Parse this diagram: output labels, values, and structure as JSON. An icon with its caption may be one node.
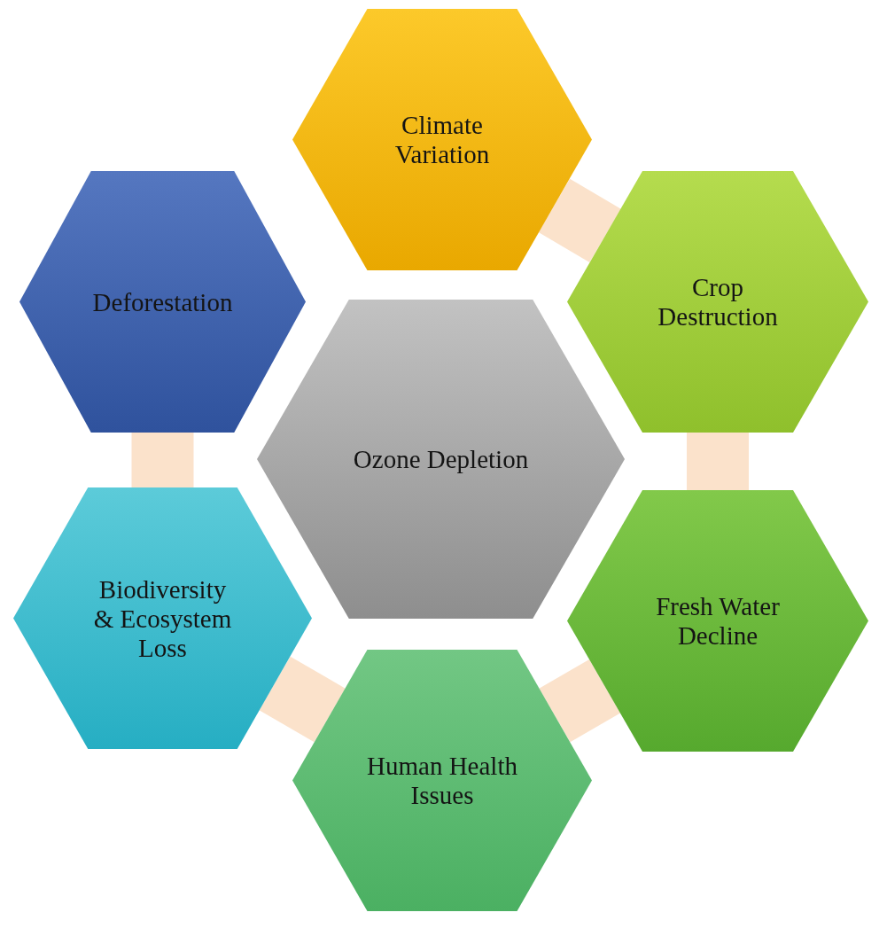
{
  "diagram": {
    "nodes": [
      {
        "text": [
          "Ozone Depletion"
        ]
      },
      {
        "text": [
          "Climate Variation"
        ]
      },
      {
        "text": [
          "Crop Destruction"
        ]
      },
      {
        "text": [
          "Fresh Water Decline"
        ]
      },
      {
        "text": [
          "Human Health Issues"
        ]
      },
      {
        "text": [
          "Biodiversity  & Ecosystem Loss"
        ]
      },
      {
        "text": [
          "Deforestation"
        ]
      }
    ],
    "edges": [
      {
        "from": 1,
        "to": 2,
        "arrow": "none"
      },
      {
        "from": 2,
        "to": 3,
        "arrow": "none"
      },
      {
        "from": 3,
        "to": 4,
        "arrow": "none"
      },
      {
        "from": 4,
        "to": 5,
        "arrow": "none"
      },
      {
        "from": 5,
        "to": 6,
        "arrow": "none"
      }
    ]
  }
}
